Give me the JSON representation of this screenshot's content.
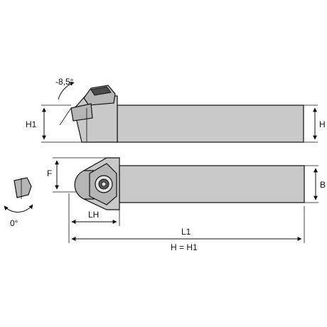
{
  "labels": {
    "angle_top": "-8,5°",
    "angle_bottom": "0°",
    "h1": "H1",
    "h": "H",
    "f": "F",
    "b": "B",
    "lh": "LH",
    "l1": "L1",
    "h_eq_h1": "H = H1"
  },
  "colors": {
    "body_fill": "#c9c9c9",
    "insert_fill": "#b5b5b5",
    "outline": "#111111"
  }
}
